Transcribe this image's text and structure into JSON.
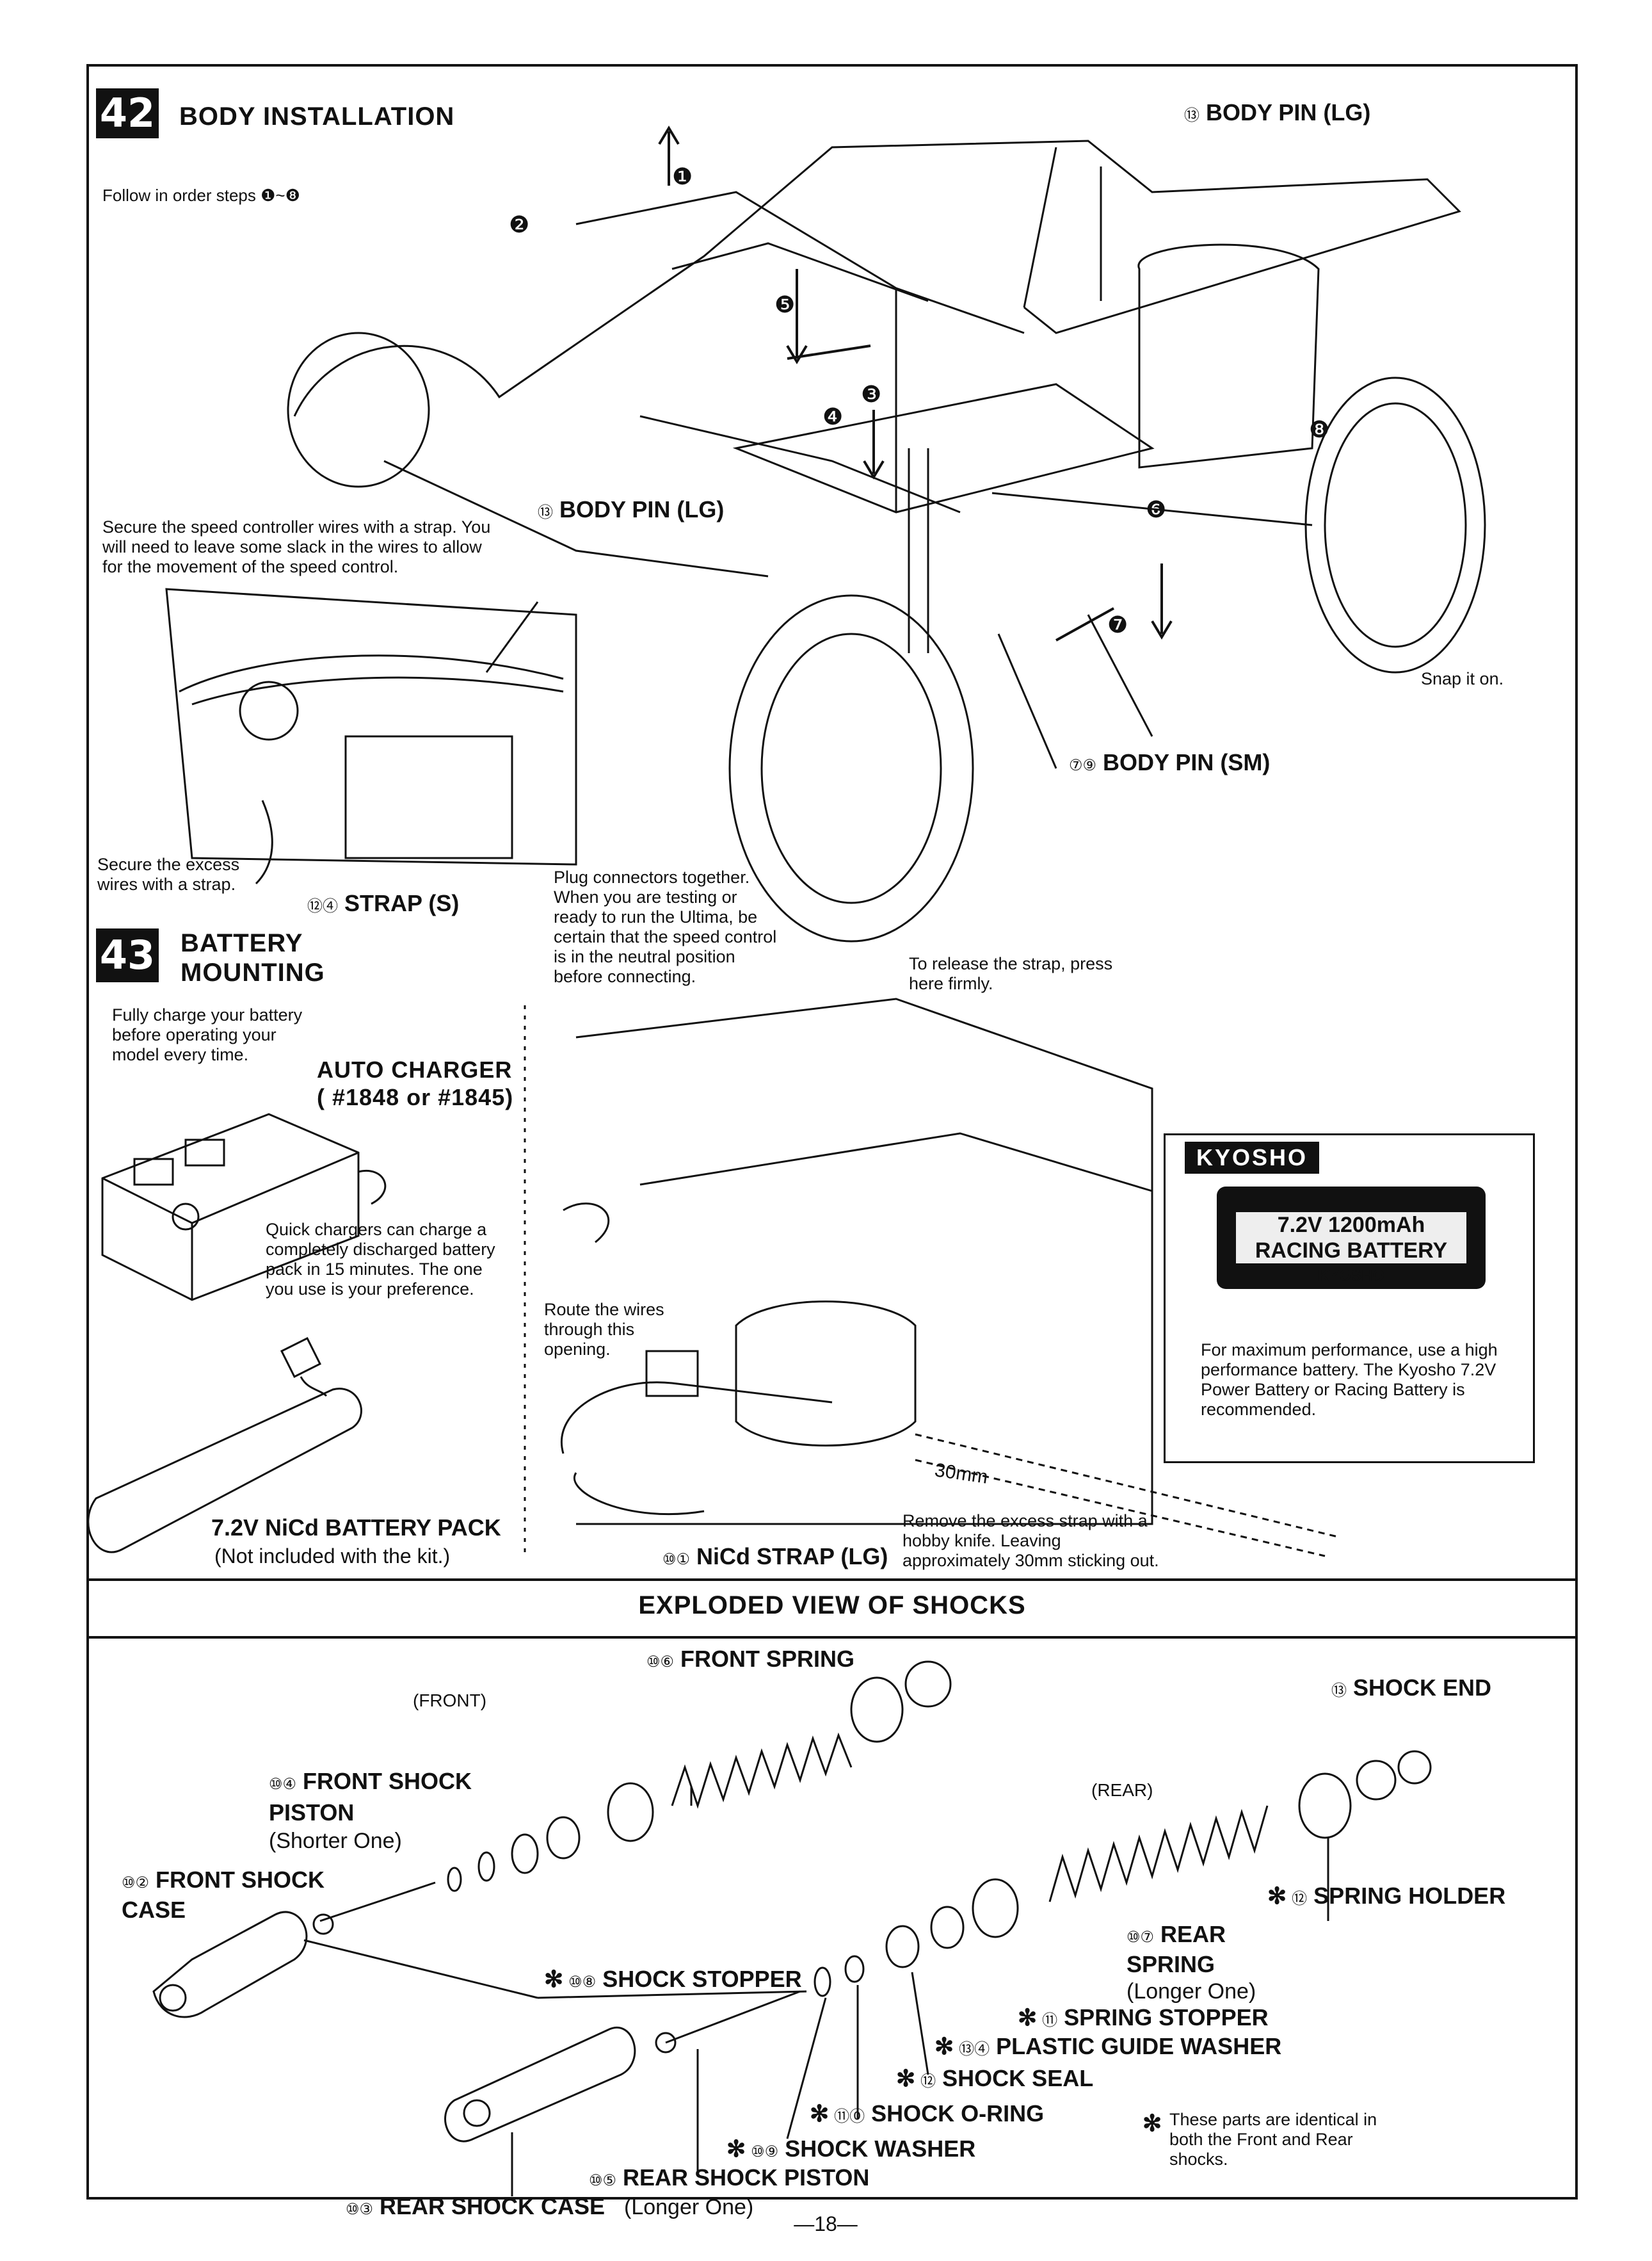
{
  "step42": {
    "number": "42",
    "title": "BODY INSTALLATION",
    "instruction": "Follow in order steps ❶~❽",
    "callouts": {
      "body_pin_lg_top": {
        "num": "⑬",
        "label": "BODY PIN (LG)"
      },
      "body_pin_lg_mid": {
        "num": "⑬",
        "label": "BODY PIN (LG)"
      },
      "body_pin_sm": {
        "num": "⑦⑨",
        "label": "BODY PIN (SM)"
      },
      "strap_s": {
        "num": "⑫④",
        "label": "STRAP (S)"
      },
      "snap": "Snap it on."
    },
    "notes": {
      "speed_controller": "Secure the speed controller wires with a strap. You will need to leave some slack in the wires to allow for the movement of the speed control.",
      "excess_wires": "Secure the excess wires with a strap."
    },
    "steps": [
      "❶",
      "❷",
      "❸",
      "❹",
      "❺",
      "❻",
      "❼",
      "❽"
    ]
  },
  "step43": {
    "number": "43",
    "title": "BATTERY MOUNTING",
    "title_line1": "BATTERY",
    "title_line2": "MOUNTING",
    "charge_note": "Fully charge your battery before operating your model every time.",
    "charger_title": "AUTO CHARGER",
    "charger_models": "( #1848 or #1845)",
    "charger_note": "Quick chargers can charge a completely discharged battery pack in 15 minutes. The one you use is your preference.",
    "battery_label": "7.2V NiCd BATTERY PACK",
    "battery_sub": "(Not included with the kit.)",
    "plug_note": "Plug connectors together. When you are testing or ready to run the Ultima, be certain that the speed control is in the neutral position before connecting.",
    "release_note": "To release the strap, press here firmly.",
    "route_note": "Route the wires through this opening.",
    "measure": "30mm",
    "remove_note": "Remove the excess strap with a hobby knife. Leaving approximately 30mm sticking out.",
    "strap_label": {
      "num": "⑩①",
      "label": "NiCd STRAP (LG)"
    },
    "brand": "KYOSHO",
    "battery_print": "7.2V 1200mAh RACING BATTERY",
    "battery_print_brand": "KYOSHO",
    "performance_note": "For maximum performance, use a high performance battery. The Kyosho 7.2V Power Battery or Racing Battery is recommended."
  },
  "exploded": {
    "title": "EXPLODED VIEW OF SHOCKS",
    "front": "(FRONT)",
    "rear": "(REAR)",
    "parts": {
      "front_spring": {
        "num": "⑩⑥",
        "label": "FRONT SPRING"
      },
      "shock_end": {
        "num": "⑬",
        "label": "SHOCK END"
      },
      "front_piston": {
        "num": "⑩④",
        "label": "FRONT SHOCK PISTON",
        "sub": "(Shorter One)"
      },
      "front_case": {
        "num": "⑩②",
        "label": "FRONT SHOCK CASE"
      },
      "spring_holder": {
        "num": "⑫",
        "label": "SPRING HOLDER"
      },
      "shock_stopper": {
        "num": "⑩⑧",
        "label": "SHOCK STOPPER"
      },
      "rear_spring": {
        "num": "⑩⑦",
        "label": "REAR SPRING",
        "sub": "(Longer One)"
      },
      "spring_stopper": {
        "num": "⑪",
        "label": "SPRING STOPPER"
      },
      "guide_washer": {
        "num": "⑬④",
        "label": "PLASTIC GUIDE WASHER"
      },
      "shock_seal": {
        "num": "⑫",
        "label": "SHOCK SEAL"
      },
      "o_ring": {
        "num": "⑪⓪",
        "label": "SHOCK O-RING"
      },
      "washer": {
        "num": "⑩⑨",
        "label": "SHOCK WASHER"
      },
      "rear_piston": {
        "num": "⑩⑤",
        "label": "REAR SHOCK PISTON",
        "sub": "(Longer One)"
      },
      "rear_case": {
        "num": "⑩③",
        "label": "REAR SHOCK CASE"
      }
    },
    "star": "✻",
    "identical_note": "These parts are identical in both the Front and Rear shocks."
  },
  "page_number": "—18—"
}
